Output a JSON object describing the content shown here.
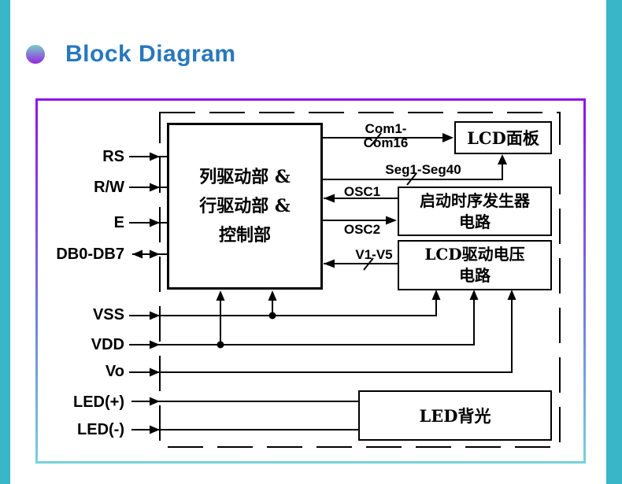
{
  "header": {
    "title": "Block Diagram"
  },
  "pins": {
    "rs": "RS",
    "rw": "R/W",
    "e": "E",
    "db": "DB0-DB7",
    "vss": "VSS",
    "vdd": "VDD",
    "vo": "Vo",
    "ledp": "LED(+)",
    "ledm": "LED(-)"
  },
  "buses": {
    "com": "Com1-Com16",
    "seg": "Seg1-Seg40",
    "osc1": "OSC1",
    "osc2": "OSC2",
    "v": "V1-V5"
  },
  "blocks": {
    "main_l1": "列驱动部 &",
    "main_l2": "行驱动部 &",
    "main_l3": "控制部",
    "lcd_panel": "LCD面板",
    "timing_l1": "启动时序发生器",
    "timing_l2": "电路",
    "voltage_l1": "LCD驱动电压",
    "voltage_l2": "电路",
    "backlight": "LED背光"
  },
  "colors": {
    "page_border_teal": "#39b6c8",
    "title_blue": "#2878bd",
    "bullet_gradient_top": "#76cec9",
    "bullet_gradient_bottom": "#9527e0",
    "diagram_border_top": "#9013e4",
    "diagram_border_mid": "#7177df",
    "diagram_border_bottom": "#77d1dc",
    "line_black": "#000000"
  }
}
